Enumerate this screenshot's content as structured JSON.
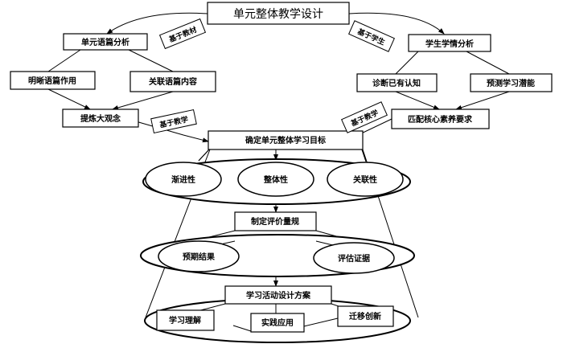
{
  "title": "单元整体教学设计",
  "tags": {
    "material": "基于教材",
    "student": "基于学生",
    "teach_left": "基于教学",
    "teach_right": "基于教学"
  },
  "left": {
    "analysis": "单元语篇分析",
    "item_a": "明晰语篇作用",
    "item_b": "关联语篇内容",
    "concept": "提炼大观念"
  },
  "right": {
    "analysis": "学生学情分析",
    "item_a": "诊断已有认知",
    "item_b": "预测学习潜能",
    "match": "匹配核心素养要求"
  },
  "goal": {
    "label": "确定单元整体学习目标",
    "properties": [
      "渐进性",
      "整体性",
      "关联性"
    ]
  },
  "evaluation": {
    "label": "制定评价量规",
    "items": [
      "预期结果",
      "评估证据"
    ]
  },
  "activity": {
    "label": "学习活动设计方案",
    "items": [
      "学习理解",
      "实践应用",
      "迁移创新"
    ]
  }
}
